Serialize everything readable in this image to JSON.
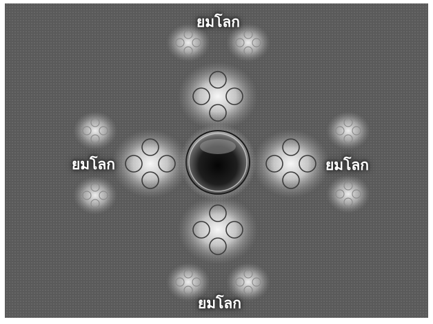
{
  "labels": {
    "top": "ยมโลก",
    "left": "ยมโลก",
    "right": "ยมโลก",
    "bottom": "ยมโลก"
  },
  "colors": {
    "background": "#5a5a5a",
    "glow": "#ffffff",
    "ring": "#3a3a3a",
    "center_dark": "#0e0e0e",
    "label_text": "#ffffff"
  }
}
